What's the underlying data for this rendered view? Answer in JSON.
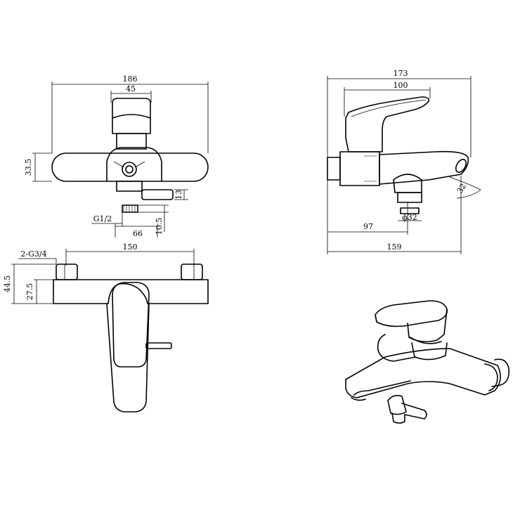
{
  "front_view": {
    "width_total": "186",
    "width_handle": "45",
    "height_body": "33.5",
    "outlet_offset": "13",
    "thread_outlet": "G1/2",
    "outlet_depth": "10.5",
    "outlet_span": "66"
  },
  "side_view": {
    "depth_total": "173",
    "depth_handle": "100",
    "spout_angle": "32",
    "outlet_position": "97",
    "outlet_diameter": "ϕ32",
    "depth_overall": "159"
  },
  "top_view": {
    "inlet_thread": "2-G3/4",
    "inlet_spacing": "150",
    "height_total": "44.5",
    "height_body": "27.5"
  },
  "colors": {
    "line": "#000000",
    "background": "#ffffff"
  }
}
